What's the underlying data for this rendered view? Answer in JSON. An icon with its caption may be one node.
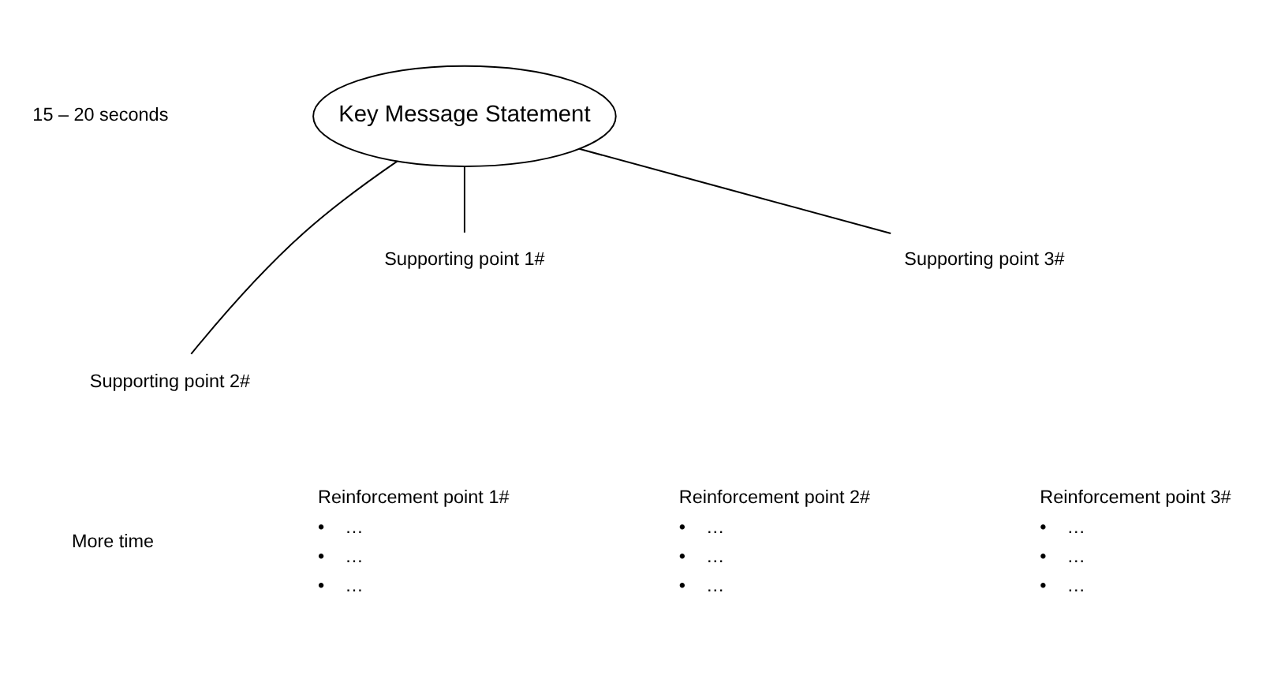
{
  "diagram": {
    "nodes": [
      {
        "text": [
          "Key Message Statement"
        ]
      },
      {
        "text": [
          "Supporting point 1#"
        ]
      },
      {
        "text": [
          "Supporting point 2#"
        ]
      },
      {
        "text": [
          "Supporting point 3#"
        ]
      }
    ],
    "edges": [
      {
        "from": 0,
        "to": 1,
        "arrow": "none"
      },
      {
        "from": 0,
        "to": 2,
        "arrow": "none"
      },
      {
        "from": 0,
        "to": 3,
        "arrow": "none"
      }
    ],
    "labels": [
      "15 – 20 seconds",
      "More time",
      "Reinforcement point 1#",
      "•    …",
      "•    …",
      "•    …",
      "Reinforcement point 2#",
      "•    …",
      "•    …",
      "•    …",
      "Reinforcement point 3#",
      "•    …",
      "•    …",
      "•    …"
    ]
  }
}
